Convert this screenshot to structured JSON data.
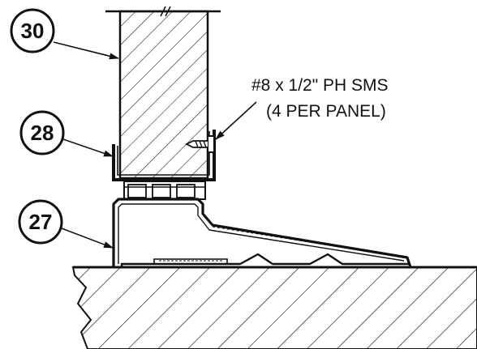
{
  "callouts": {
    "c30": "30",
    "c28": "28",
    "c27": "27"
  },
  "note": {
    "line1": "#8 x 1/2\" PH SMS",
    "line2": "(4 PER PANEL)"
  },
  "colors": {
    "ink": "#111111",
    "paper": "#ffffff"
  }
}
